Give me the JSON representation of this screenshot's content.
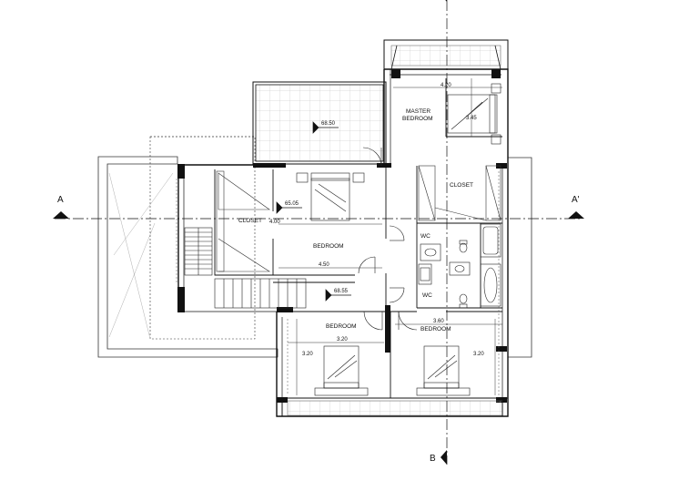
{
  "rooms": {
    "master_bedroom_1": "MASTER",
    "master_bedroom_2": "BEDROOM",
    "closet_master": "CLOSET",
    "closet_left": "CLOSET",
    "bedroom_main": "BEDROOM",
    "bedroom_bl": "BEDROOM",
    "bedroom_br": "BEDROOM",
    "wc_upper": "WC",
    "wc_lower": "WC"
  },
  "dimensions": {
    "master_width": "4.20",
    "master_depth": "3.45",
    "bedroom_depth": "4.00",
    "bedroom_width": "4.50",
    "bedroom_bl_width": "3.20",
    "bedroom_bl_depth": "3.20",
    "bedroom_br_width": "3.60",
    "bedroom_br_depth": "3.20"
  },
  "levels": {
    "terrace": "68.50",
    "bedroom": "65.05",
    "hall": "68.55"
  },
  "section_marks": {
    "a_left": "A",
    "a_right": "A'",
    "b_bottom": "B"
  }
}
